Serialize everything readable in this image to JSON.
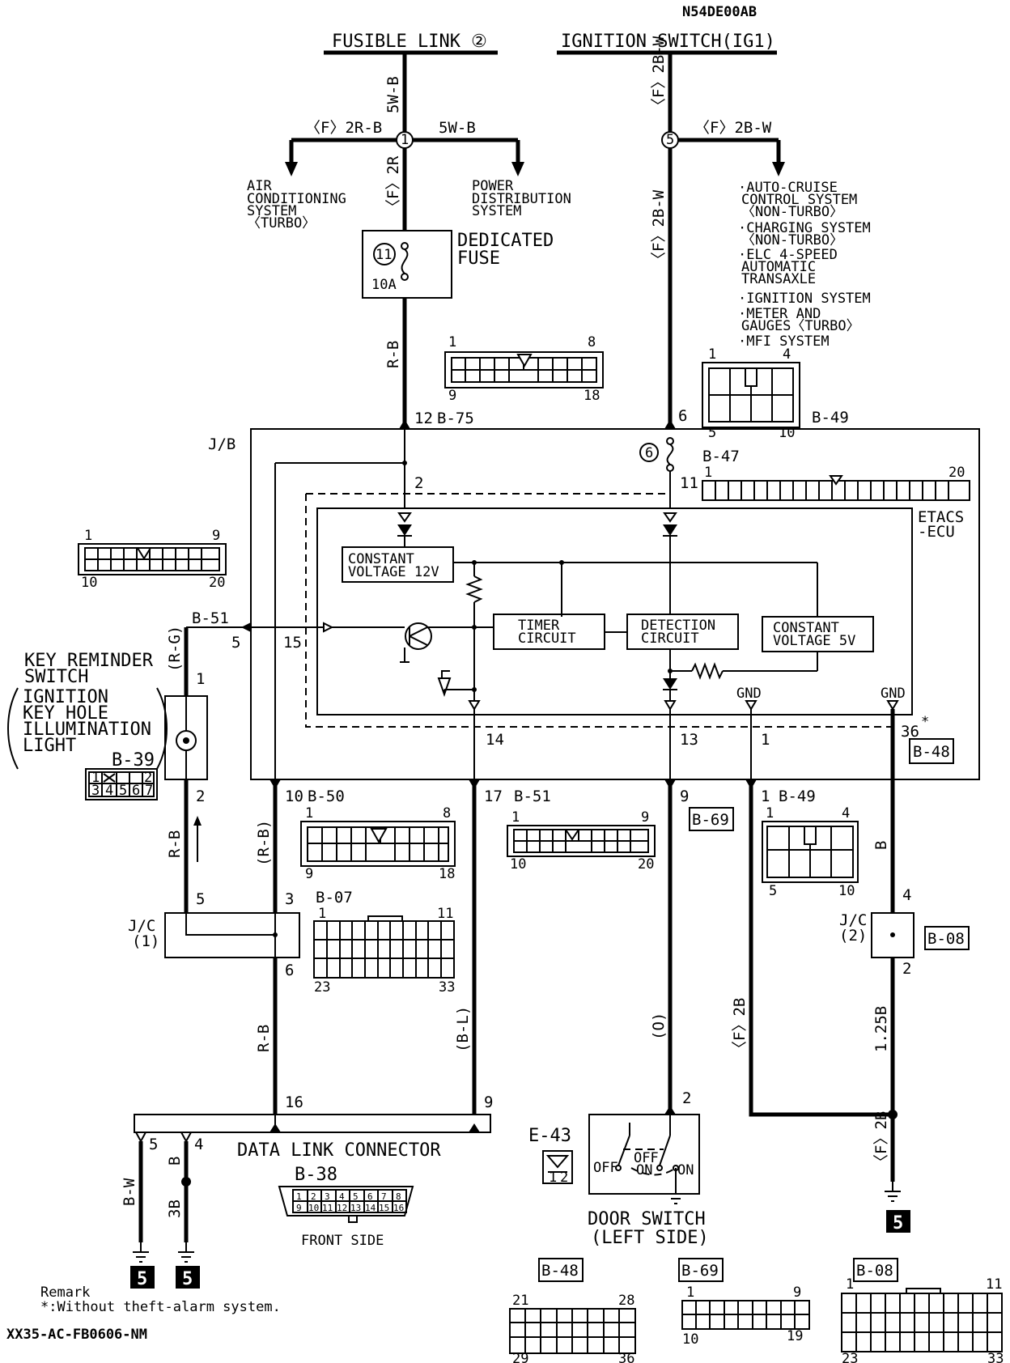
{
  "doc_id": "N54DE00AB",
  "footer_id": "XX35-AC-FB0606-NM",
  "remark": {
    "title": "Remark",
    "note": "*:Without theft-alarm system."
  },
  "sources": {
    "fusible_link": "FUSIBLE LINK ②",
    "ignition_switch": "IGNITION SWITCH(IG1)"
  },
  "splices": {
    "left": "1",
    "right": "5"
  },
  "wires": {
    "w5wb_vert": "5W-B",
    "w5wb_horiz": "5W-B",
    "wf2rb": "〈F〉2R-B",
    "wf2r": "〈F〉2R",
    "wf2bw_top": "〈F〉2B-W",
    "wf2bw_horiz": "〈F〉2B-W",
    "wf2bw_vert": "〈F〉2B-W",
    "wrb_fuse": "R-B",
    "wrg": "(R-G)",
    "wrb_left": "R-B",
    "wrb_paren": "(R-B)",
    "wrb_lower": "R-B",
    "wbl": "(B-L)",
    "wo": "(O)",
    "wf2b": "〈F〉2B",
    "wb_right": "B",
    "w125b": "1.25B",
    "wf2b_lower": "〈F〉2B",
    "wbw": "B-W",
    "wb_dlc": "B",
    "w3b": "3B"
  },
  "destinations": {
    "ac": [
      "AIR",
      "CONDITIONING",
      "SYSTEM",
      "〈TURBO〉"
    ],
    "power": [
      "POWER",
      "DISTRIBUTION",
      "SYSTEM"
    ],
    "list": [
      "·AUTO-CRUISE",
      "CONTROL SYSTEM",
      "〈NON-TURBO〉",
      "·CHARGING SYSTEM",
      "〈NON-TURBO〉",
      "·ELC 4-SPEED",
      "AUTOMATIC",
      "TRANSAXLE",
      "·IGNITION SYSTEM",
      "·METER AND",
      "GAUGES〈TURBO〉",
      "·MFI SYSTEM"
    ]
  },
  "fuse": {
    "number": "11",
    "rating": "10A",
    "label": [
      "DEDICATED",
      "FUSE"
    ]
  },
  "jb": {
    "label": "J/B",
    "fuse_number": "6"
  },
  "etacs": {
    "label": [
      "ETACS",
      "-ECU"
    ],
    "cv12": [
      "CONSTANT",
      "VOLTAGE 12V"
    ],
    "timer": [
      "TIMER",
      "CIRCUIT"
    ],
    "detection": [
      "DETECTION",
      "CIRCUIT"
    ],
    "cv5": [
      "CONSTANT",
      "VOLTAGE 5V"
    ],
    "gnd": "GND"
  },
  "connectors": {
    "b75": "B-75",
    "b49": "B-49",
    "b47": "B-47",
    "b51": "B-51",
    "b50": "B-50",
    "b07": "B-07",
    "b39": "B-39",
    "b48": "B-48",
    "b69": "B-69",
    "b08": "B-08",
    "e43": "E-43",
    "b38": "B-38",
    "b49_low": "B-49",
    "b51_left": "B-51"
  },
  "pins": {
    "p12": "12",
    "p6": "6",
    "p2": "2",
    "p11": "11",
    "p5": "5",
    "p15": "15",
    "p14": "14",
    "p13": "13",
    "p1": "1",
    "p36": "36",
    "p10": "10",
    "p17": "17",
    "p9": "9",
    "p1b": "1",
    "ks1": "1",
    "ks2": "2",
    "jc5": "5",
    "jc3": "3",
    "jc6": "6",
    "jc2_4": "4",
    "jc2_2": "2",
    "dlc16": "16",
    "dlc9": "9",
    "dlc5": "5",
    "dlc4": "4",
    "ds2": "2"
  },
  "pin_grids": {
    "b75_a": "1",
    "b75_b": "8",
    "b75_c": "9",
    "b75_d": "18",
    "b49_a": "1",
    "b49_b": "4",
    "b49_c": "5",
    "b49_d": "10",
    "b47_a": "1",
    "b47_b": "20",
    "b51_a": "1",
    "b51_b": "9",
    "b51_c": "10",
    "b51_d": "20",
    "b50_a": "1",
    "b50_b": "8",
    "b50_c": "9",
    "b50_d": "18",
    "b51b_a": "1",
    "b51b_b": "9",
    "b51b_c": "10",
    "b51b_d": "20",
    "b49b_a": "1",
    "b49b_b": "4",
    "b49b_c": "5",
    "b49b_d": "10",
    "b07_a": "1",
    "b07_b": "11",
    "b07_c": "23",
    "b07_d": "33",
    "b48_a": "21",
    "b48_b": "28",
    "b48_c": "29",
    "b48_d": "36",
    "b69_a": "1",
    "b69_b": "9",
    "b69_c": "10",
    "b69_d": "19",
    "b08_a": "1",
    "b08_b": "11",
    "b08_c": "23",
    "b08_d": "33"
  },
  "key_switch": {
    "label": [
      "KEY REMINDER",
      "SWITCH"
    ],
    "paren": [
      "IGNITION",
      "KEY HOLE",
      "ILLUMINATION",
      "LIGHT"
    ]
  },
  "jc1": [
    "J/C",
    "(1)"
  ],
  "jc2": [
    "J/C",
    "(2)"
  ],
  "dlc": {
    "label": "DATA LINK CONNECTOR",
    "front": "FRONT SIDE",
    "row1": [
      "1",
      "2",
      "3",
      "4",
      "5",
      "6",
      "7",
      "8"
    ],
    "row2": [
      "9",
      "10",
      "11",
      "12",
      "13",
      "14",
      "15",
      "16"
    ]
  },
  "b39_pins": [
    "1",
    "2",
    "3",
    "4",
    "5",
    "6",
    "7"
  ],
  "door": {
    "label": [
      "DOOR SWITCH",
      "(LEFT SIDE)"
    ],
    "off": "OFF",
    "off2": "OFF",
    "on": "ON",
    "on2": "ON",
    "e43_pins": [
      "1",
      "2"
    ]
  },
  "ground": "5",
  "star": "*"
}
